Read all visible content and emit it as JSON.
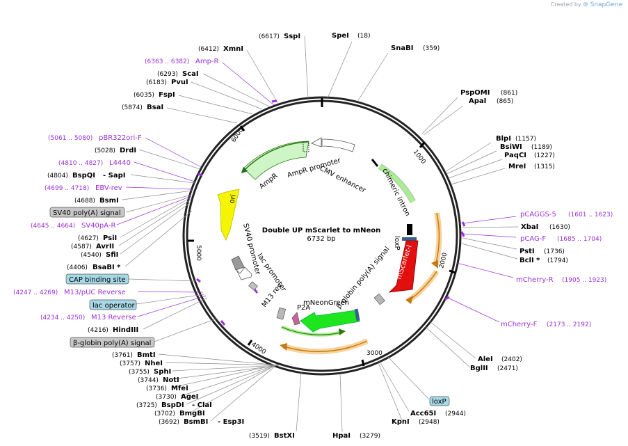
{
  "credit": {
    "prefix": "Created by",
    "brand": "SnapGene"
  },
  "title": "Double UP mScarlet to mNeon",
  "length": "6732 bp",
  "total_bp": 6732,
  "colors": {
    "purple": "#9b30d6",
    "black": "#000000",
    "green_fill": "#cdf5c6",
    "bright_green": "#1ee51e",
    "red": "#e30f0f",
    "yellow": "#f5f500",
    "orange_halo": "#f7d39a",
    "grey_box": "#c7c7c7",
    "blue_box": "#a6d8e7"
  },
  "ticks": [
    "1000",
    "2000",
    "3000",
    "4000",
    "5000",
    "6000"
  ],
  "right_sites": [
    {
      "name": "SpeI",
      "pos": "(18)"
    },
    {
      "name": "SnaBI",
      "pos": "(359)"
    },
    {
      "name": "PspOMI",
      "pos": "(861)"
    },
    {
      "name": "ApaI",
      "pos": "(865)"
    },
    {
      "name": "BlpI",
      "pos": "(1157)"
    },
    {
      "name": "BsiWI",
      "pos": "(1189)"
    },
    {
      "name": "PaqCI",
      "pos": "(1227)"
    },
    {
      "name": "MreI",
      "pos": "(1315)"
    },
    {
      "name": "pCAGGS-5",
      "pos": "(1601 .. 1623)"
    },
    {
      "name": "XbaI",
      "pos": "(1630)"
    },
    {
      "name": "pCAG-F",
      "pos": "(1685 .. 1704)"
    },
    {
      "name": "PstI",
      "pos": "(1736)"
    },
    {
      "name": "BclI *",
      "pos": "(1794)"
    },
    {
      "name": "mCherry-R",
      "pos": "(1905 .. 1923)"
    },
    {
      "name": "mCherry-F",
      "pos": "(2173 .. 2192)"
    },
    {
      "name": "AleI",
      "pos": "(2402)"
    },
    {
      "name": "BglII",
      "pos": "(2471)"
    },
    {
      "name": "loxP",
      "pos": ""
    },
    {
      "name": "Acc65I",
      "pos": "(2944)"
    },
    {
      "name": "KpnI",
      "pos": "(2948)"
    },
    {
      "name": "HpaI",
      "pos": "(3279)"
    }
  ],
  "left_sites": [
    {
      "name": "SspI",
      "pos": "(6617)"
    },
    {
      "name": "XmnI",
      "pos": "(6412)"
    },
    {
      "name": "Amp-R",
      "pos": "(6363 .. 6382)"
    },
    {
      "name": "ScaI",
      "pos": "(6293)"
    },
    {
      "name": "PvuI",
      "pos": "(6183)"
    },
    {
      "name": "FspI",
      "pos": "(6035)"
    },
    {
      "name": "BsaI",
      "pos": "(5874)"
    },
    {
      "name": "pBR322ori-F",
      "pos": "(5061 .. 5080)"
    },
    {
      "name": "DrdI",
      "pos": "(5028)"
    },
    {
      "name": "L4440",
      "pos": "(4810 .. 4827)"
    },
    {
      "name": "BspQI",
      "pos": "(4804)",
      "extra": "- SapI"
    },
    {
      "name": "EBV-rev",
      "pos": "(4699 .. 4718)"
    },
    {
      "name": "BsmI",
      "pos": "(4688)"
    },
    {
      "name": "SV40 poly(A) signal",
      "pos": ""
    },
    {
      "name": "SV40pA-R",
      "pos": "(4645 .. 4664)"
    },
    {
      "name": "PsiI",
      "pos": "(4627)"
    },
    {
      "name": "AvrII",
      "pos": "(4587)"
    },
    {
      "name": "SfiI",
      "pos": "(4540)"
    },
    {
      "name": "BsaBI *",
      "pos": "(4406)"
    },
    {
      "name": "CAP binding site",
      "pos": ""
    },
    {
      "name": "M13/pUC Reverse",
      "pos": "(4247 .. 4269)"
    },
    {
      "name": "lac operator",
      "pos": ""
    },
    {
      "name": "M13 Reverse",
      "pos": "(4234 .. 4250)"
    },
    {
      "name": "HindIII",
      "pos": "(4216)"
    },
    {
      "name": "β-globin poly(A) signal",
      "pos": ""
    },
    {
      "name": "BmtI",
      "pos": "(3761)"
    },
    {
      "name": "NheI",
      "pos": "(3757)"
    },
    {
      "name": "SphI",
      "pos": "(3755)"
    },
    {
      "name": "NotI",
      "pos": "(3744)"
    },
    {
      "name": "MfeI",
      "pos": "(3736)"
    },
    {
      "name": "AgeI",
      "pos": "(3730)"
    },
    {
      "name": "BspDI",
      "pos": "(3725)",
      "extra": "- ClaI"
    },
    {
      "name": "BmgBI",
      "pos": "(3702)"
    },
    {
      "name": "BsmBI",
      "pos": "(3692)",
      "extra": "- Esp3I"
    },
    {
      "name": "BstXI",
      "pos": "(3519)"
    }
  ],
  "features": {
    "cmv_enhancer": "CMV enhancer",
    "chimeric_intron": "chimeric intron",
    "loxp": "loxP",
    "mscarlet": "mScarlet-I",
    "bglobin": "β-globin poly(A) signal",
    "mneongreen": "mNeonGreen",
    "p2a": "P2A",
    "m13rev": "M13 rev",
    "lac_promoter": "lac promoter",
    "sv40_promoter": "SV40 promoter",
    "ori": "ori",
    "ampr": "AmpR",
    "ampr_promoter": "AmpR promoter"
  }
}
